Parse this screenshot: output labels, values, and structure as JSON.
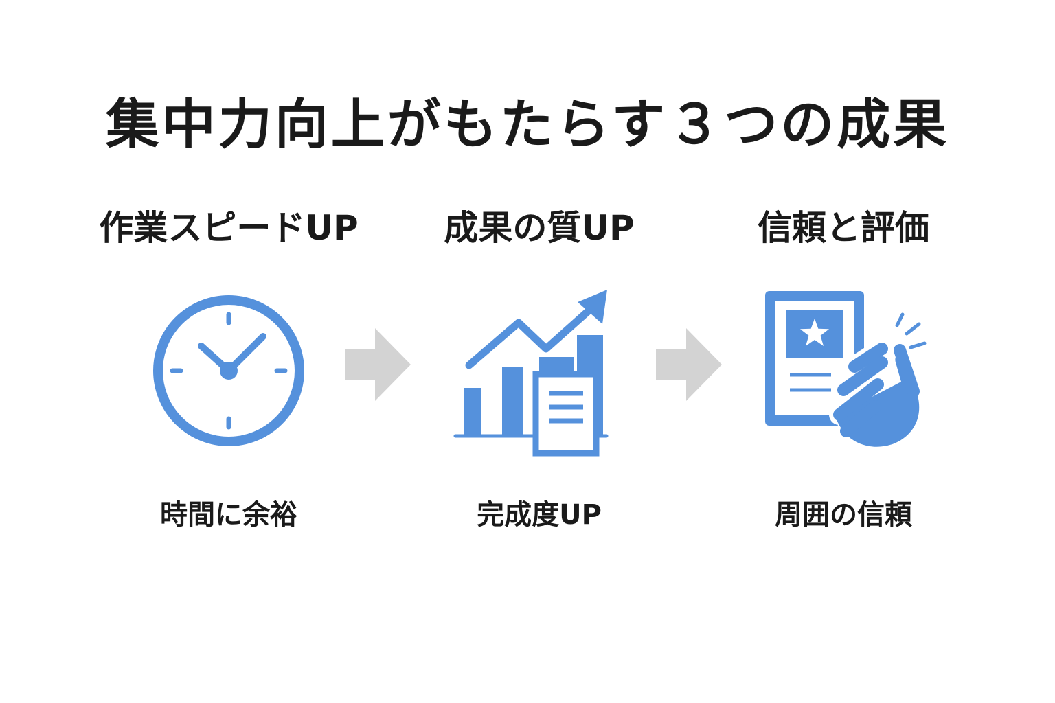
{
  "title": "集中力向上がもたらす３つの成果",
  "colors": {
    "accent": "#5591dc",
    "arrow": "#d3d3d3",
    "text": "#1a1a1a"
  },
  "items": [
    {
      "heading": "作業スピードUP",
      "icon": "clock-icon",
      "caption": "時間に余裕"
    },
    {
      "heading": "成果の質UP",
      "icon": "growth-chart-document-icon",
      "caption": "完成度UP"
    },
    {
      "heading": "信頼と評価",
      "icon": "certificate-applause-icon",
      "caption": "周囲の信頼"
    }
  ]
}
